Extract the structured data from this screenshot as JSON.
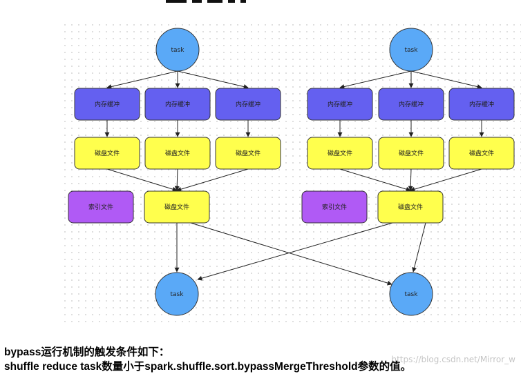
{
  "diagram": {
    "colors": {
      "task": "#5aa9f7",
      "buffer": "#6460f0",
      "disk": "#ffff4d",
      "index": "#b05af5",
      "edge": "#222222"
    },
    "groups": [
      {
        "task_label": "task",
        "buffers": [
          "内存缓冲",
          "内存缓冲",
          "内存缓冲"
        ],
        "disk_files": [
          "磁盘文件",
          "磁盘文件",
          "磁盘文件"
        ],
        "index_file": "索引文件",
        "merged_disk_file": "磁盘文件"
      },
      {
        "task_label": "task",
        "buffers": [
          "内存缓冲",
          "内存缓冲",
          "内存缓冲"
        ],
        "disk_files": [
          "磁盘文件",
          "磁盘文件",
          "磁盘文件"
        ],
        "index_file": "索引文件",
        "merged_disk_file": "磁盘文件"
      }
    ],
    "downstream_tasks": [
      "task",
      "task"
    ]
  },
  "caption": {
    "line1": "bypass运行机制的触发条件如下：",
    "line2": "shuffle reduce task数量小于spark.shuffle.sort.bypassMergeThreshold参数的值。"
  },
  "watermark": "https://blog.csdn.net/Mirror_w"
}
